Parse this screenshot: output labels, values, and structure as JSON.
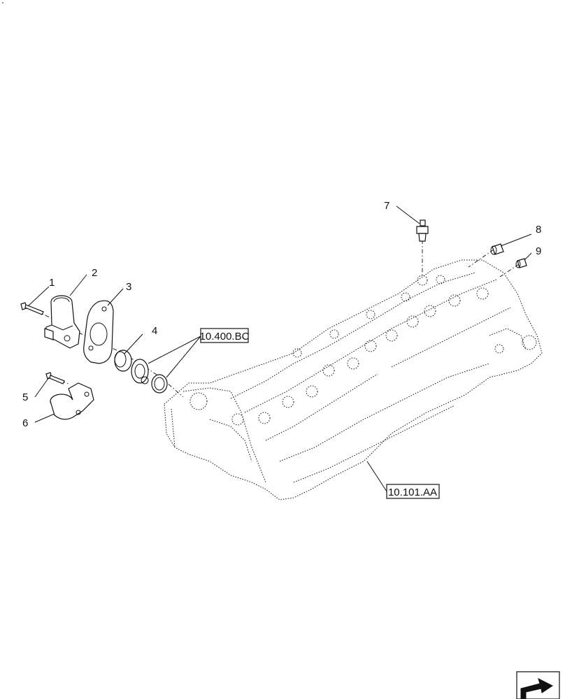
{
  "callouts": {
    "c1": "1",
    "c2": "2",
    "c3": "3",
    "c4": "4",
    "c5": "5",
    "c6": "6",
    "c7": "7",
    "c8": "8",
    "c9": "9"
  },
  "references": {
    "ref_bc": "10.400.BC",
    "ref_aa": "10.101.AA"
  },
  "icons": {
    "nav": "arrow-page-icon"
  }
}
